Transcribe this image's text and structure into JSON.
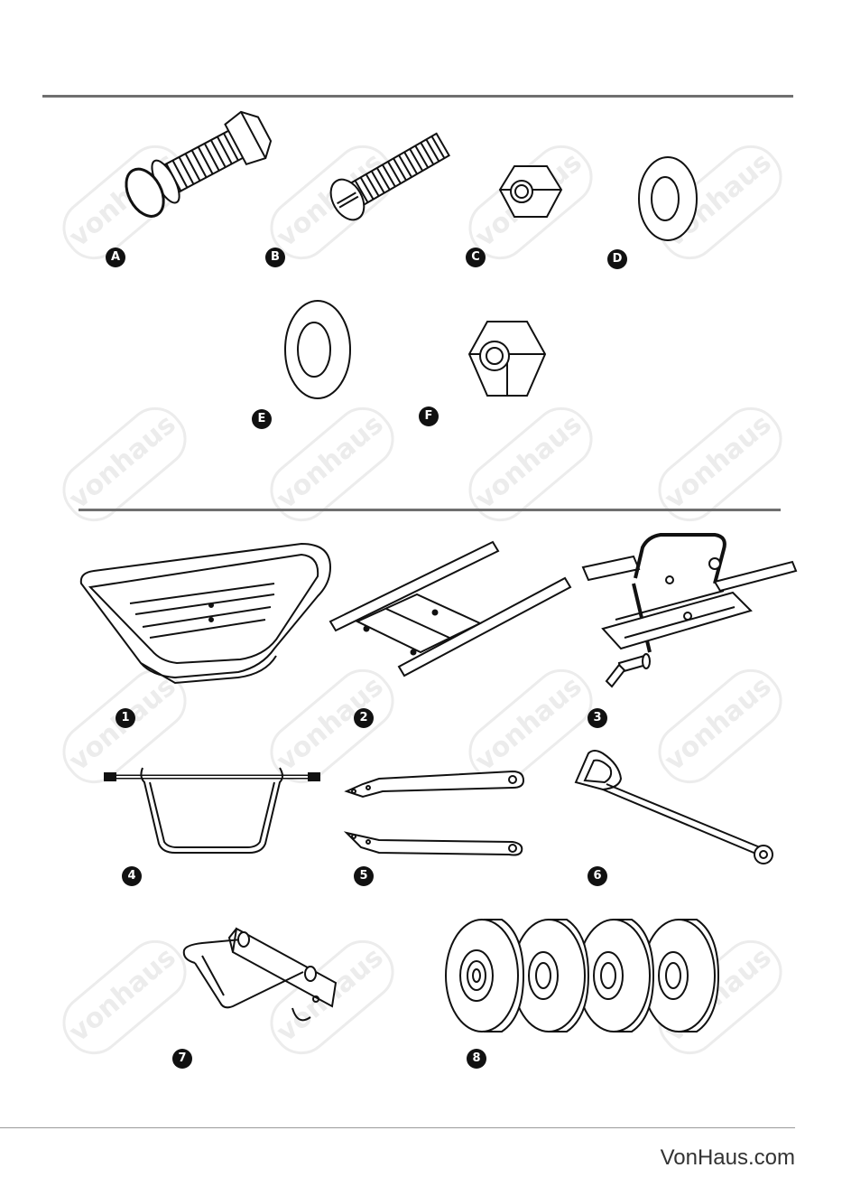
{
  "watermark_text": "vonhaus",
  "hardware": [
    {
      "id": "hw-a",
      "label": "A"
    },
    {
      "id": "hw-b",
      "label": "B"
    },
    {
      "id": "hw-c",
      "label": "C"
    },
    {
      "id": "hw-d",
      "label": "D"
    },
    {
      "id": "hw-e",
      "label": "E"
    },
    {
      "id": "hw-f",
      "label": "F"
    }
  ],
  "parts": [
    {
      "id": "p1",
      "label": "1"
    },
    {
      "id": "p2",
      "label": "2"
    },
    {
      "id": "p3",
      "label": "3"
    },
    {
      "id": "p4",
      "label": "4"
    },
    {
      "id": "p5",
      "label": "5"
    },
    {
      "id": "p6",
      "label": "6"
    },
    {
      "id": "p7",
      "label": "7"
    },
    {
      "id": "p8",
      "label": "8"
    }
  ],
  "footer": {
    "brand": "VonHaus.com"
  }
}
